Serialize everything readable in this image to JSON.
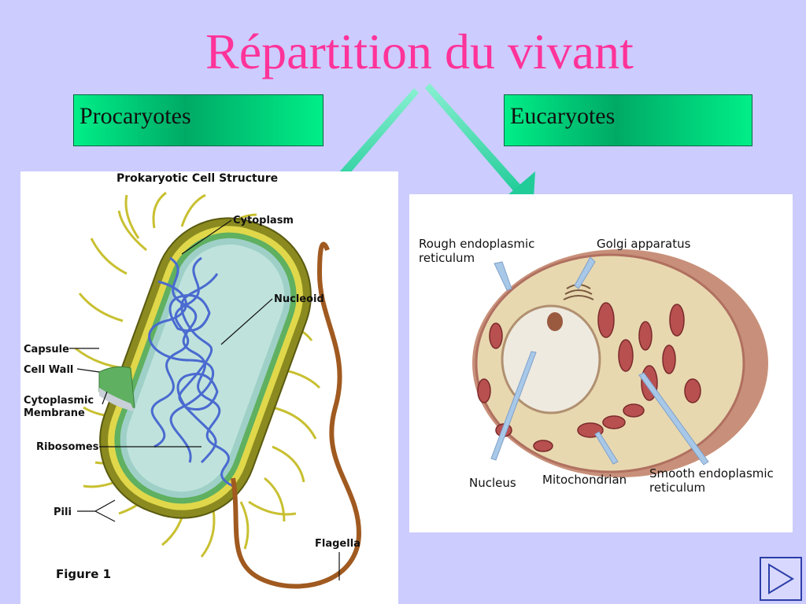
{
  "slide": {
    "title": "Répartition du vivant",
    "left_box": "Procaryotes",
    "right_box": "Eucaryotes"
  },
  "prokaryote_figure": {
    "heading": "Prokaryotic Cell Structure",
    "labels": {
      "cytoplasm": "Cytoplasm",
      "nucleoid": "Nucleoid",
      "capsule": "Capsule",
      "cell_wall": "Cell Wall",
      "membrane_line1": "Cytoplasmic",
      "membrane_line2": "Membrane",
      "ribosomes": "Ribosomes",
      "pili": "Pili",
      "flagella": "Flagella"
    },
    "caption": "Figure 1"
  },
  "eukaryote_figure": {
    "labels": {
      "rough_er_line1": "Rough endoplasmic",
      "rough_er_line2": "reticulum",
      "golgi": "Golgi apparatus",
      "nucleus": "Nucleus",
      "mitochondrian": "Mitochondrian",
      "smooth_er_line1": "Smooth endoplasmic",
      "smooth_er_line2": "reticulum"
    }
  },
  "colors": {
    "title": "#ff3399",
    "background": "#ccccff",
    "box_green": "#00cc77",
    "arrow": "#33ddaa"
  },
  "navigation": {
    "next_icon": "play-triangle-icon"
  }
}
